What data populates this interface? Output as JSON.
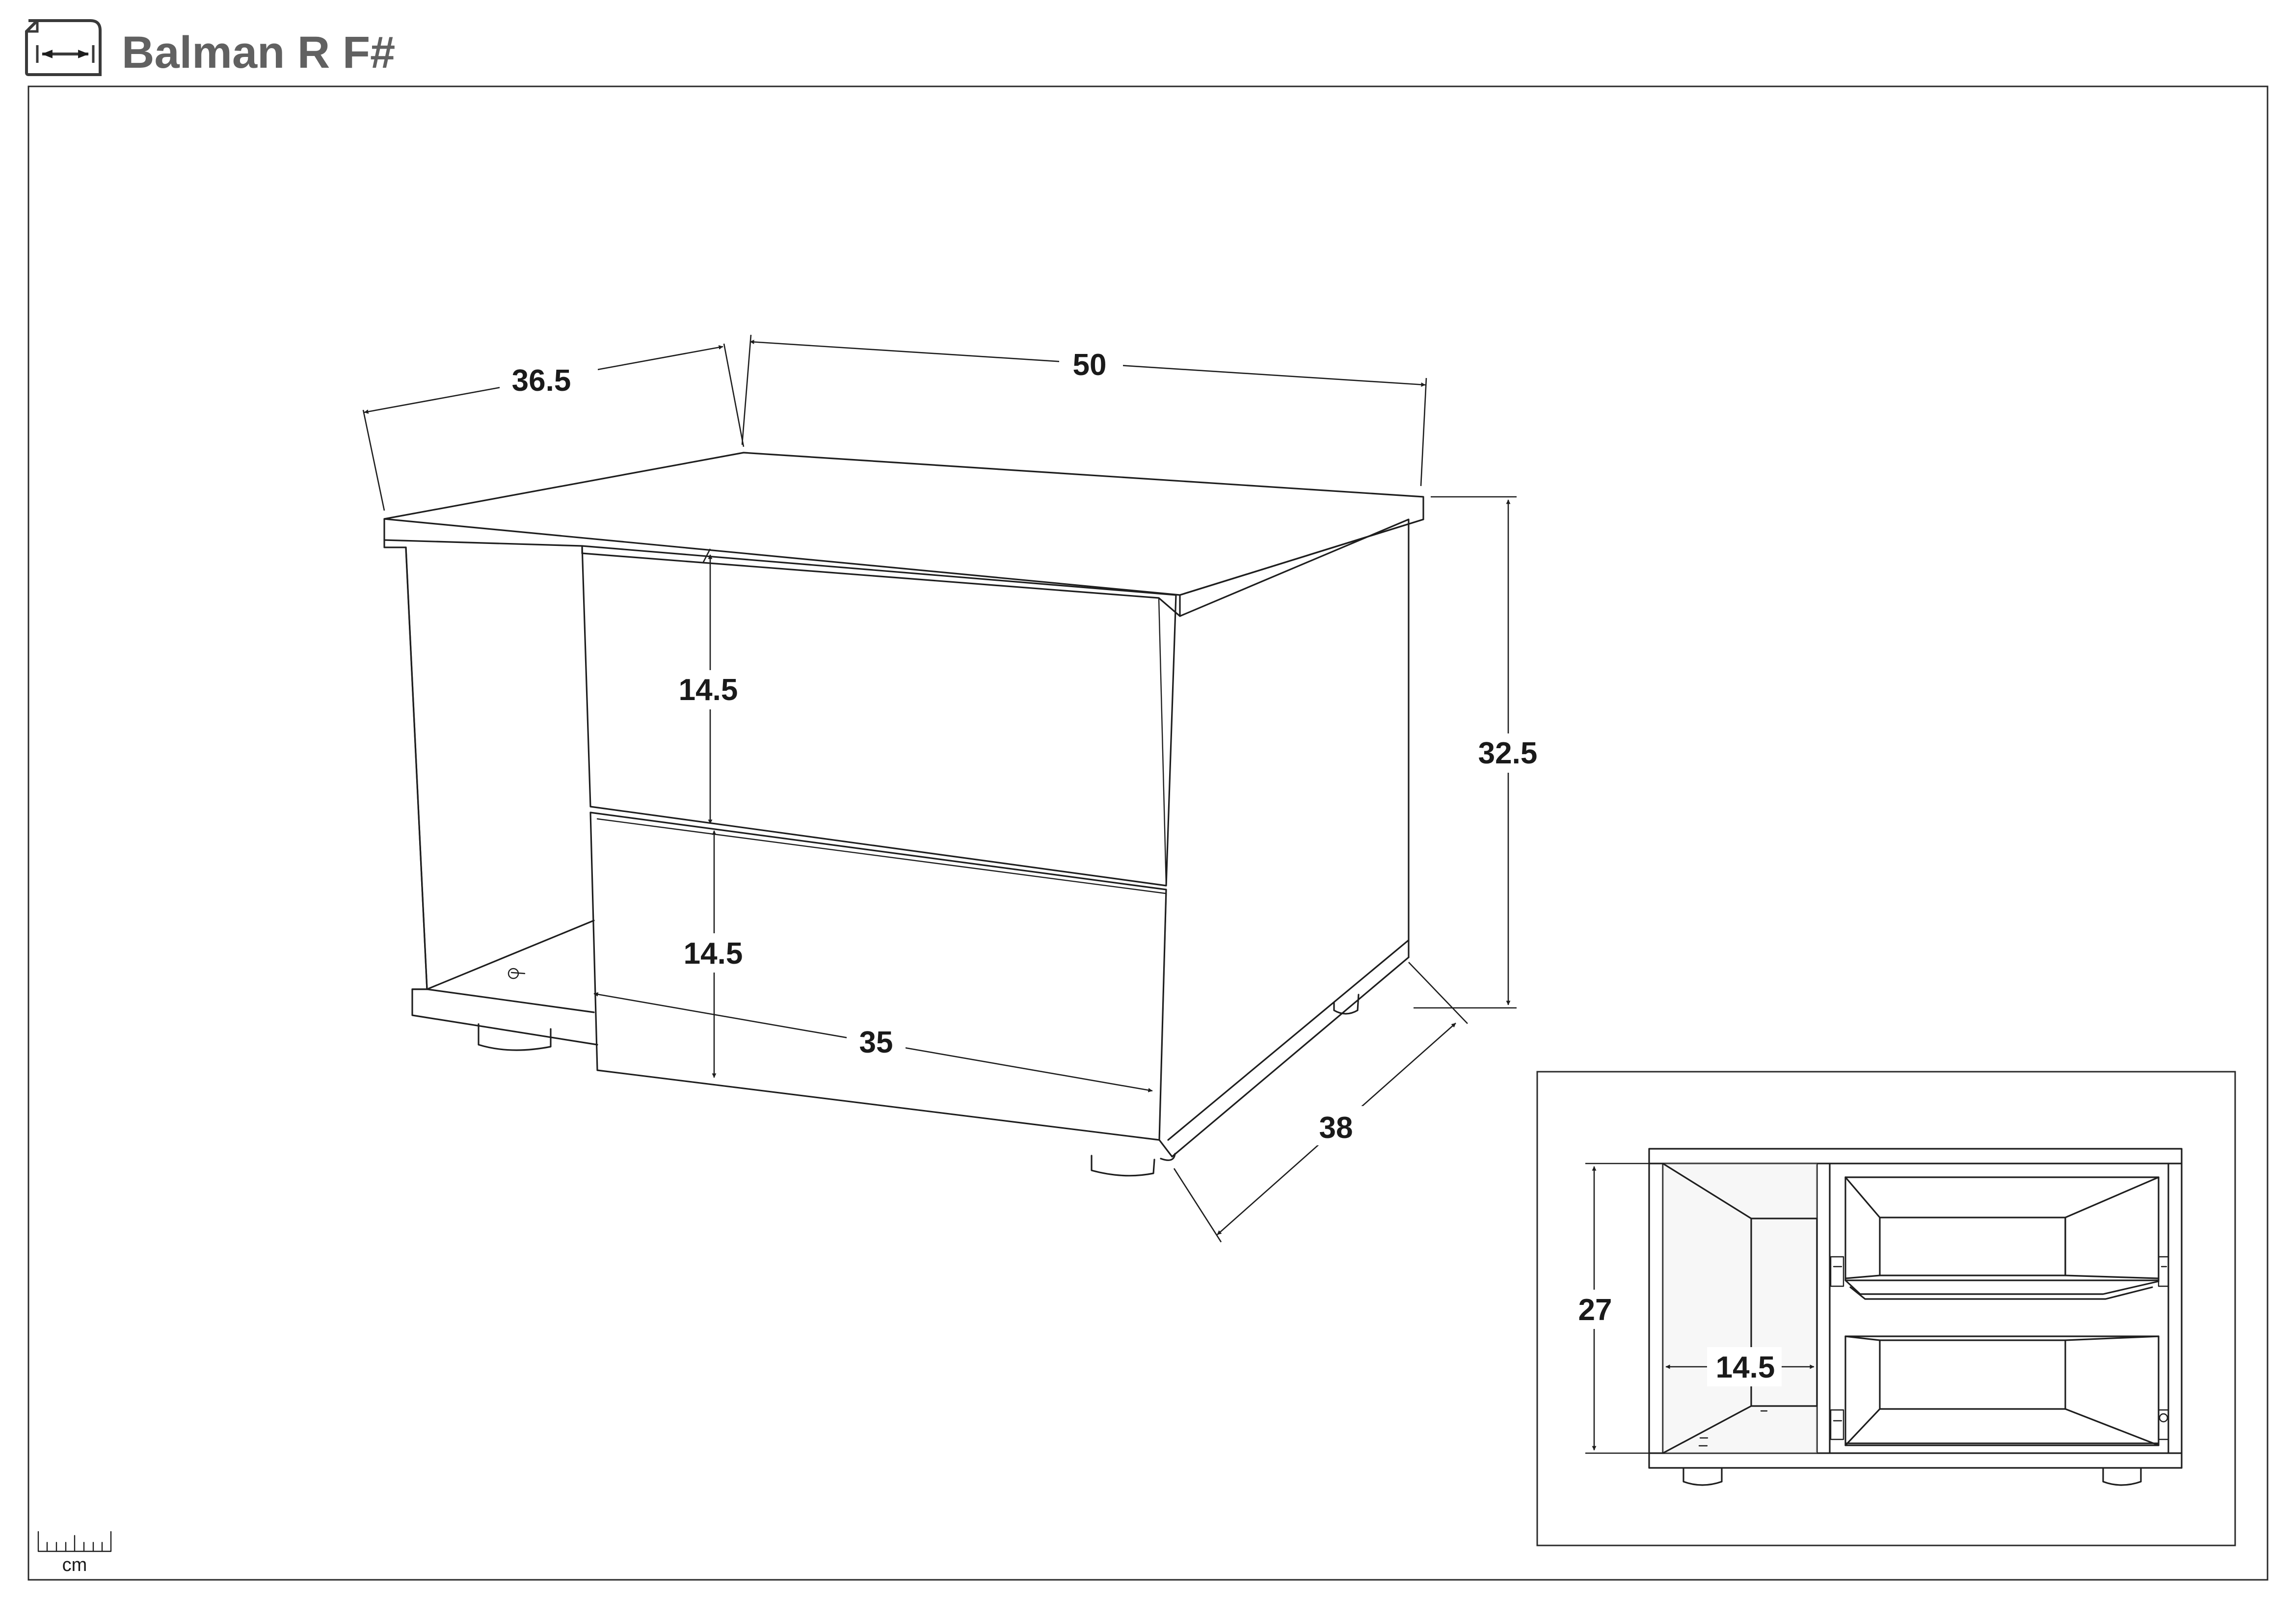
{
  "header": {
    "title": "Balman R F#",
    "icon": "dimension-sheet-icon"
  },
  "main_view": {
    "width": "50",
    "depth_top": "36.5",
    "height": "32.5",
    "depth_bottom": "38",
    "drawer_top_height": "14.5",
    "drawer_bottom_height": "14.5",
    "drawer_width": "35"
  },
  "inset_view": {
    "inner_height": "27",
    "inner_width": "14.5"
  },
  "scale_bar": {
    "unit": "cm"
  }
}
